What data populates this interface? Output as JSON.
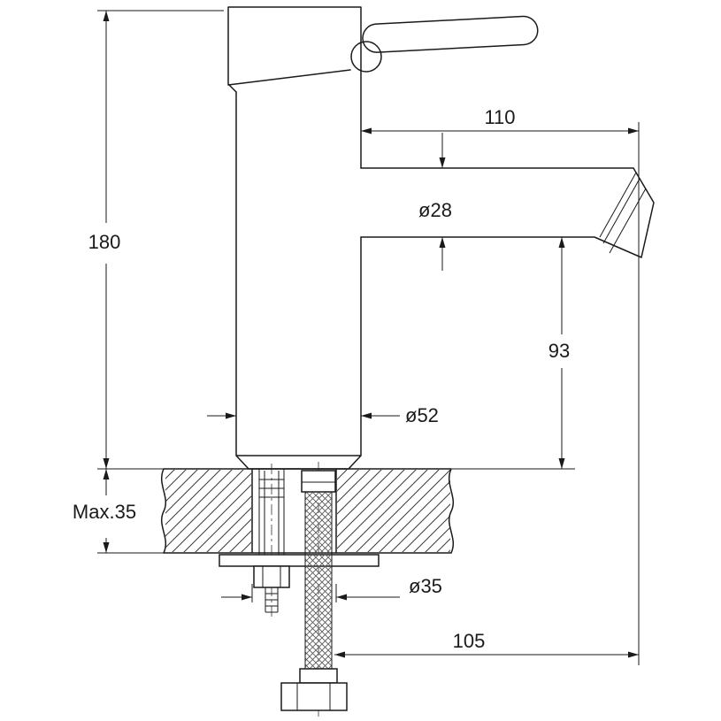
{
  "colors": {
    "line": "#1a1a1a",
    "background": "#ffffff"
  },
  "dims": {
    "spout_reach": "110",
    "overall_height": "180",
    "spout_diameter": "ø28",
    "spout_height": "93",
    "body_diameter": "ø52",
    "max_counter_thickness": "Max.35",
    "mounting_hole_diameter": "ø35",
    "hose_offset": "105"
  }
}
